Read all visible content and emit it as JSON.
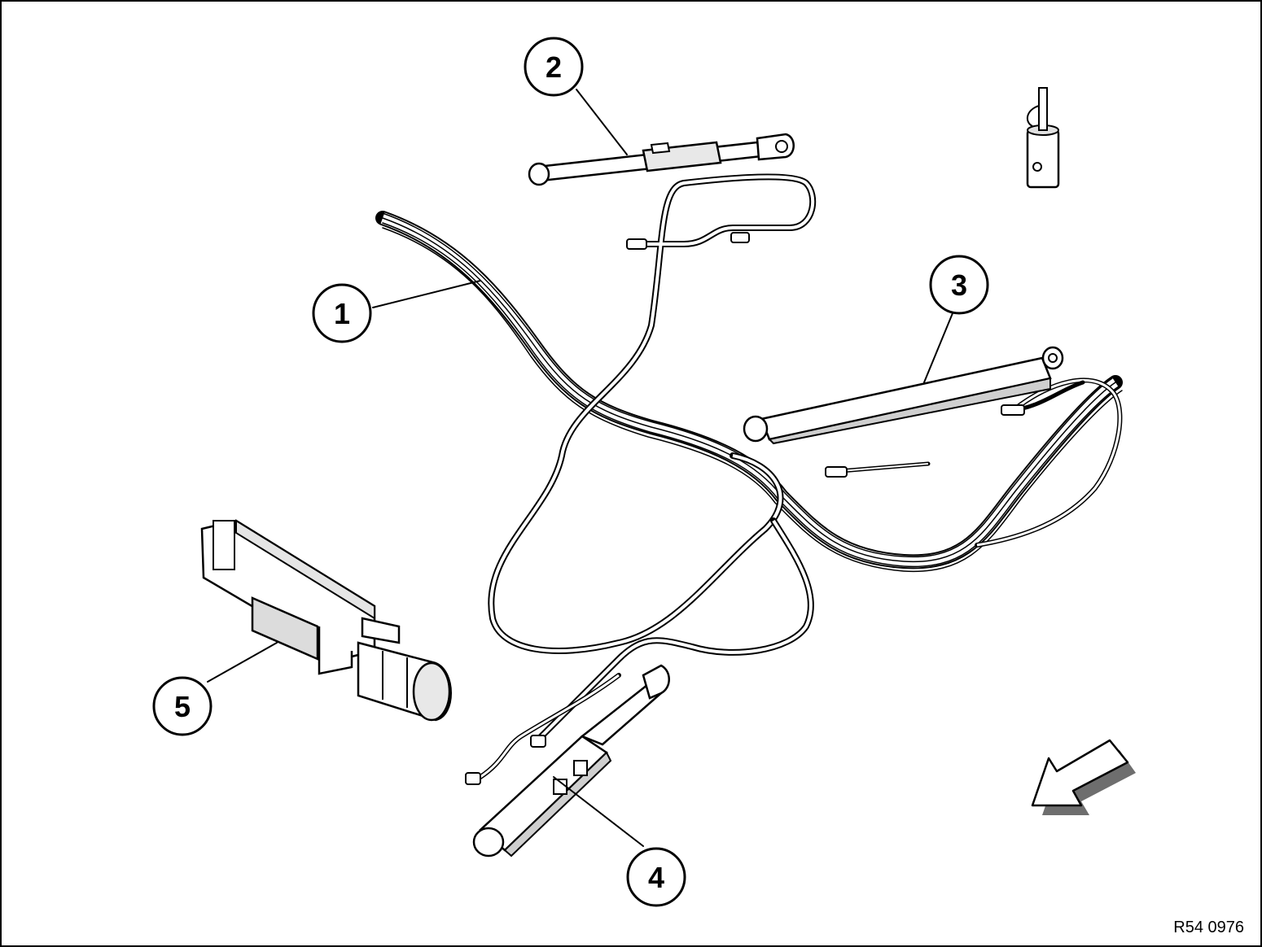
{
  "callouts": [
    {
      "id": "1",
      "label": "1"
    },
    {
      "id": "2",
      "label": "2"
    },
    {
      "id": "3",
      "label": "3"
    },
    {
      "id": "4",
      "label": "4"
    },
    {
      "id": "5",
      "label": "5"
    }
  ],
  "reference_code": "R54 0976",
  "colors": {
    "ink": "#000000",
    "paper": "#ffffff",
    "shade": "#7a7a7a"
  }
}
